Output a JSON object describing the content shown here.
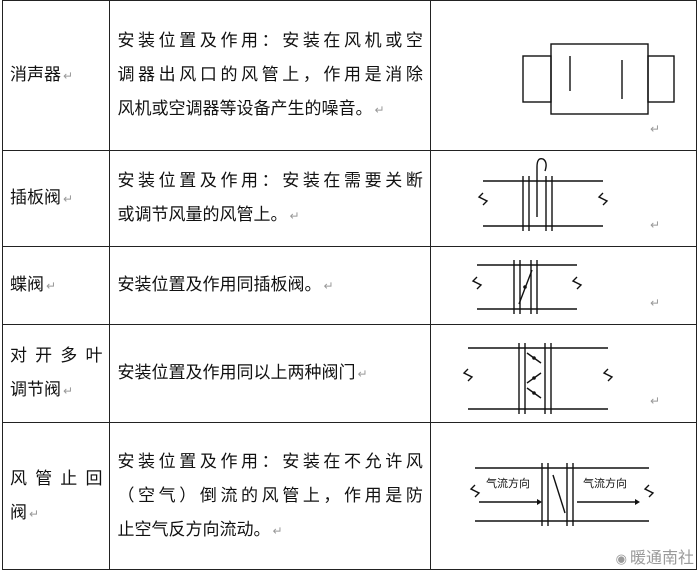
{
  "rows": [
    {
      "name_lines": [
        "消声器"
      ],
      "desc_lines": [
        "安装位置及作用：安装在风机或空",
        "调器出风口的风管上，作用是消除",
        "风机或空调器等设备产生的噪音。"
      ],
      "diagram_icon": "silencer-symbol"
    },
    {
      "name_lines": [
        "插板阀"
      ],
      "desc_lines": [
        "安装位置及作用：安装在需要关断",
        "或调节风量的风管上。"
      ],
      "diagram_icon": "gate-valve-symbol"
    },
    {
      "name_lines": [
        "蝶阀"
      ],
      "desc_lines": [
        "安装位置及作用同插板阀。"
      ],
      "diagram_icon": "butterfly-valve-symbol"
    },
    {
      "name_lines": [
        "对开多叶",
        "调节阀"
      ],
      "desc_lines": [
        "安装位置及作用同以上两种阀门"
      ],
      "diagram_icon": "multi-blade-damper-symbol"
    },
    {
      "name_lines": [
        "风管止回",
        "阀"
      ],
      "desc_lines": [
        "安装位置及作用：安装在不允许风",
        "（空气）倒流的风管上，作用是防",
        "止空气反方向流动。"
      ],
      "diagram_icon": "check-valve-symbol",
      "diagram_labels": [
        "气流方向",
        "气流方向"
      ]
    }
  ],
  "paragraph_mark": "↵",
  "watermark": "暖通南社"
}
